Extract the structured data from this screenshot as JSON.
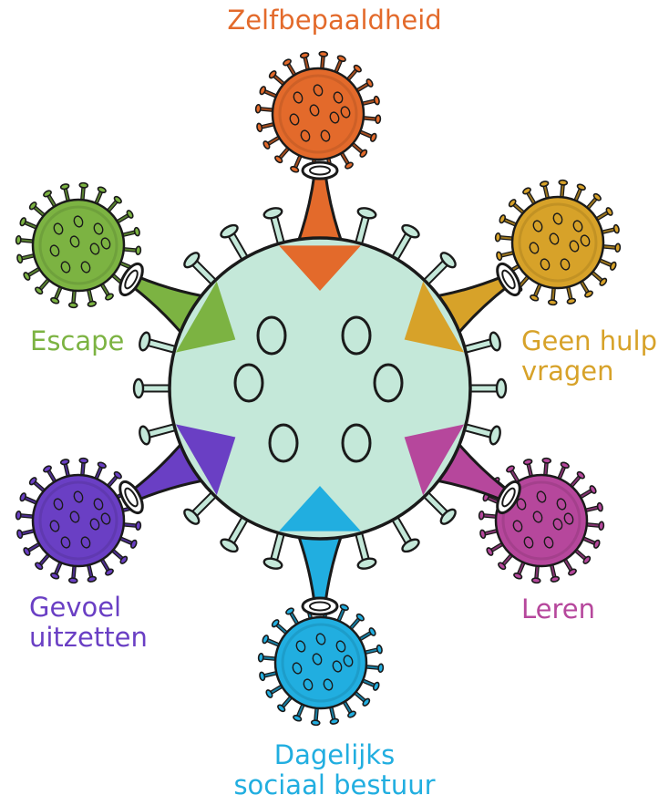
{
  "diagram": {
    "center_virus": {
      "body_color": "#c4e8d9",
      "outline": "#1a1a1a"
    },
    "branches": [
      {
        "id": "zelfbepaaldheid",
        "lines": [
          "Zelfbepaaldheid"
        ],
        "color": "#e36a2b"
      },
      {
        "id": "geen-hulp-vragen",
        "lines": [
          "Geen hulp",
          "vragen"
        ],
        "color": "#d7a229"
      },
      {
        "id": "leren",
        "lines": [
          "Leren"
        ],
        "color": "#b6479c"
      },
      {
        "id": "dagelijks-sociaal-bestuur",
        "lines": [
          "Dagelijks",
          "sociaal bestuur"
        ],
        "color": "#21aee0"
      },
      {
        "id": "gevoel-uitzetten",
        "lines": [
          "Gevoel",
          "uitzetten"
        ],
        "color": "#6a3fc4"
      },
      {
        "id": "escape",
        "lines": [
          "Escape"
        ],
        "color": "#7cb342"
      }
    ]
  }
}
